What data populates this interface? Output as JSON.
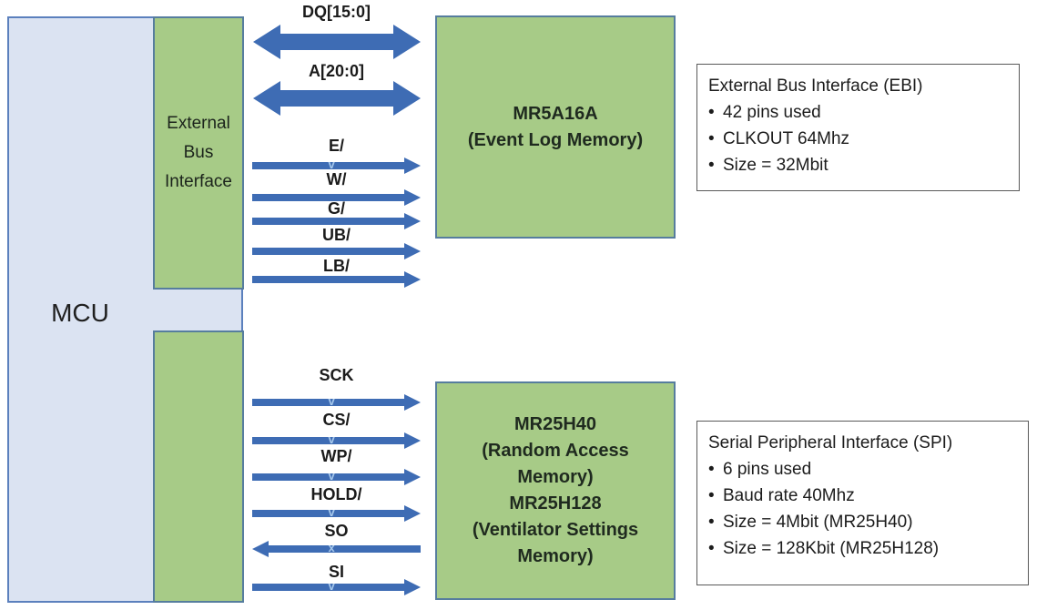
{
  "mcu": {
    "label": "MCU"
  },
  "ebi": {
    "interface_label": "External Bus Interface",
    "memory": {
      "name": "MR5A16A",
      "subtitle": "(Event Log Memory)"
    },
    "buses": [
      {
        "label": "DQ[15:0]",
        "direction": "both"
      },
      {
        "label": "A[20:0]",
        "direction": "both"
      }
    ],
    "signals": [
      {
        "label": "E/",
        "direction": "right"
      },
      {
        "label": "W/",
        "direction": "right"
      },
      {
        "label": "G/",
        "direction": "right"
      },
      {
        "label": "UB/",
        "direction": "right"
      },
      {
        "label": "LB/",
        "direction": "right"
      }
    ],
    "info": {
      "title": "External Bus Interface (EBI)",
      "bullets": [
        "42 pins used",
        "CLKOUT 64Mhz",
        "Size = 32Mbit"
      ]
    }
  },
  "spi": {
    "memory": {
      "lines": [
        "MR25H40",
        "(Random Access",
        "Memory)",
        "MR25H128",
        "(Ventilator Settings",
        "Memory)"
      ]
    },
    "signals": [
      {
        "label": "SCK",
        "direction": "right"
      },
      {
        "label": "CS/",
        "direction": "right"
      },
      {
        "label": "WP/",
        "direction": "right"
      },
      {
        "label": "HOLD/",
        "direction": "right"
      },
      {
        "label": "SO",
        "direction": "left"
      },
      {
        "label": "SI",
        "direction": "right"
      }
    ],
    "info": {
      "title": "Serial Peripheral Interface (SPI)",
      "bullets": [
        "6 pins used",
        "Baud rate 40Mhz",
        "Size = 4Mbit (MR25H40)",
        "Size = 128Kbit (MR25H128)"
      ]
    }
  },
  "colors": {
    "mcu_fill": "#dbe3f2",
    "mcu_border": "#5b80bd",
    "block_fill": "#a7cb87",
    "block_border": "#567d9e",
    "arrow_blue": "#3e6cb4",
    "connector_mark": "#a6c8ec",
    "text": "#1c1c1c"
  }
}
